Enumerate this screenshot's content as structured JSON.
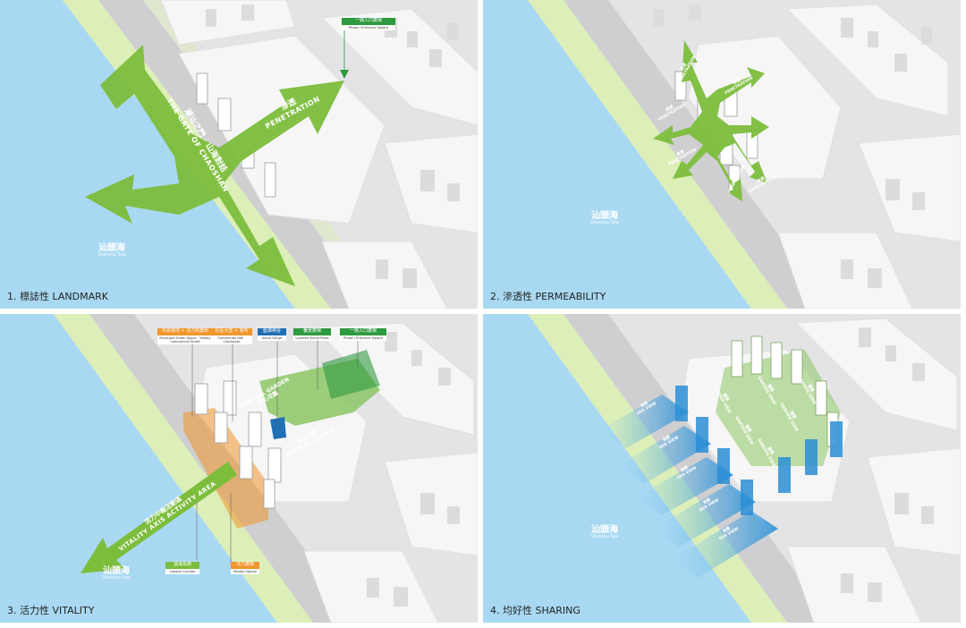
{
  "panels": [
    {
      "number": "1.",
      "title_zh": "標誌性",
      "title_en": "LANDMARK"
    },
    {
      "number": "2.",
      "title_zh": "滲透性",
      "title_en": "PERMEABILITY"
    },
    {
      "number": "3.",
      "title_zh": "活力性",
      "title_en": "VITALITY"
    },
    {
      "number": "4.",
      "title_zh": "均好性",
      "title_en": "SHARING"
    }
  ],
  "sea": {
    "zh": "汕頭海",
    "en": "Shantou Sea"
  },
  "landmark": {
    "gate_zh": "潮汕之門 · 山海對話",
    "gate_en": "THE GATE OF CHAOSHAN",
    "penetration_zh": "滲透",
    "penetration_en": "PENETRATION",
    "entrance_tag_zh": "一期入口廣場",
    "entrance_tag_en": "Phase I Entrance Square"
  },
  "permeability": {
    "arrows": [
      {
        "zh": "滲透",
        "en": "PENETRATION"
      },
      {
        "zh": "滲透",
        "en": "PENETRATION"
      },
      {
        "zh": "滲透",
        "en": "PENETRATION"
      },
      {
        "zh": "滲透",
        "en": "PENETRATION"
      },
      {
        "zh": "滲透",
        "en": "PENETRATION"
      },
      {
        "zh": "滲透",
        "en": "PENETRATION"
      }
    ]
  },
  "vitality": {
    "tags": [
      {
        "zh": "市政綠地 + 活力商業街",
        "en": "Municipal Green Space · Vitality Commercial Street",
        "color": "#f0962b"
      },
      {
        "zh": "社區大堂 + 會所",
        "en": "Community Hall · Clubhouse",
        "color": "#f0962b"
      },
      {
        "zh": "藍綠峽谷",
        "en": "Azure Gorge",
        "color": "#1f6fb5"
      },
      {
        "zh": "疊景廣場",
        "en": "Layered Scene Plaza",
        "color": "#2e9a3f"
      },
      {
        "zh": "一期入口廣場",
        "en": "Phase I Entrance Square",
        "color": "#2e9a3f"
      }
    ],
    "bottom_tags": [
      {
        "zh": "濱海長廊",
        "en": "Coastal Corridor",
        "color": "#7cbd3c"
      },
      {
        "zh": "活力廣場",
        "en": "Vitality Square",
        "color": "#f0962b"
      }
    ],
    "central_garden_zh": "中心花園",
    "central_garden_en": "CENTRAL GARDEN",
    "axis_zh": "活力中軸活動區",
    "axis_en": "VITALITY AXIS ACTIVITY AREA"
  },
  "sharing": {
    "sea_view_zh": "海景",
    "sea_view_en": "SEA VIEW",
    "garden_view_zh": "園景",
    "garden_view_en": "GARDEN VIEW",
    "sea_view_count": 5,
    "garden_view_count": 6
  },
  "colors": {
    "sea": "#a9d9f2",
    "beach": "#dcefb9",
    "road": "#cfcfd1",
    "block": "#f4f4f4",
    "arrow_green": "#7cbd3c",
    "orange": "#f0962b",
    "blue": "#2b8fd6"
  }
}
